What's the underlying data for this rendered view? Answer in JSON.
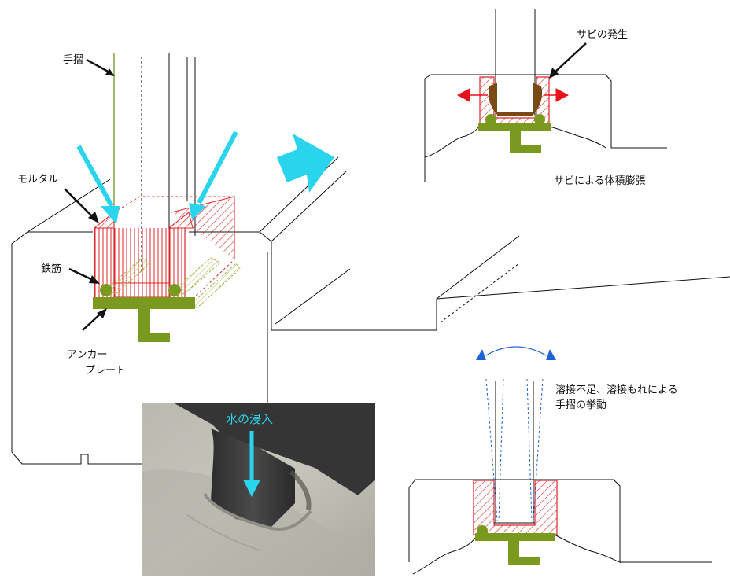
{
  "labels": {
    "handrail": "手摺",
    "mortar": "モルタル",
    "rebar": "鉄筋",
    "anchor_plate_line1": "アンカー",
    "anchor_plate_line2": "プレート",
    "rust_occurrence": "サビの発生",
    "rust_expansion": "サビによる体積膨張",
    "water_ingress": "水の浸入",
    "weld_line1": "溶接不足、溶接もれによる",
    "weld_line2": "手摺の挙動"
  },
  "colors": {
    "hatch_red": "#e0262a",
    "rebar_green": "#7a9a1f",
    "water_cyan": "#2ad4ec",
    "arrow_red": "#e8101a",
    "arrow_blue": "#1e63d6",
    "rust_brown": "#7a4a14",
    "line_black": "#111111"
  },
  "icons": {
    "flow_arrow": "cyan-block-arrow-icon",
    "expansion_arrows": "red-double-arrow-icon",
    "sway_arrow": "blue-curved-double-arrow-icon"
  }
}
